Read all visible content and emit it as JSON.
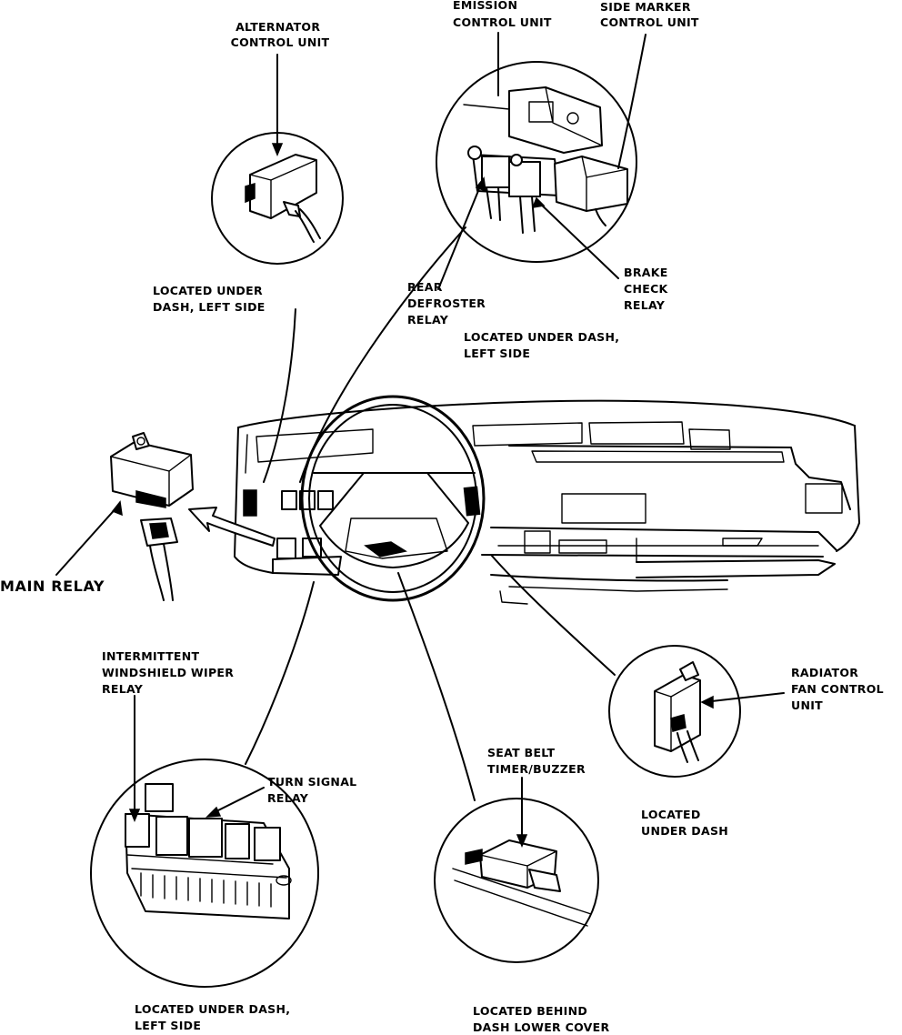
{
  "labels": {
    "alternator": [
      "ALTERNATOR",
      "CONTROL UNIT"
    ],
    "alternator_loc": [
      "LOCATED UNDER",
      "DASH, LEFT SIDE"
    ],
    "emission": [
      "EMISSION",
      "CONTROL UNIT"
    ],
    "side_marker": [
      "SIDE MARKER",
      "CONTROL UNIT"
    ],
    "rear_defroster": [
      "REAR",
      "DEFROSTER",
      "RELAY"
    ],
    "brake_check": [
      "BRAKE",
      "CHECK",
      "RELAY"
    ],
    "top_loc": [
      "LOCATED UNDER DASH,",
      "LEFT SIDE"
    ],
    "main_relay": "MAIN RELAY",
    "wiper": [
      "INTERMITTENT",
      "WINDSHIELD WIPER",
      "RELAY"
    ],
    "turn_signal": [
      "TURN SIGNAL",
      "RELAY"
    ],
    "fuse_loc": [
      "LOCATED UNDER DASH,",
      "LEFT SIDE"
    ],
    "seat_belt": [
      "SEAT BELT",
      "TIMER/BUZZER"
    ],
    "seat_belt_loc": [
      "LOCATED BEHIND",
      "DASH LOWER COVER"
    ],
    "radiator": [
      "RADIATOR",
      "FAN CONTROL",
      "UNIT"
    ],
    "radiator_loc": [
      "LOCATED",
      "UNDER DASH"
    ]
  }
}
